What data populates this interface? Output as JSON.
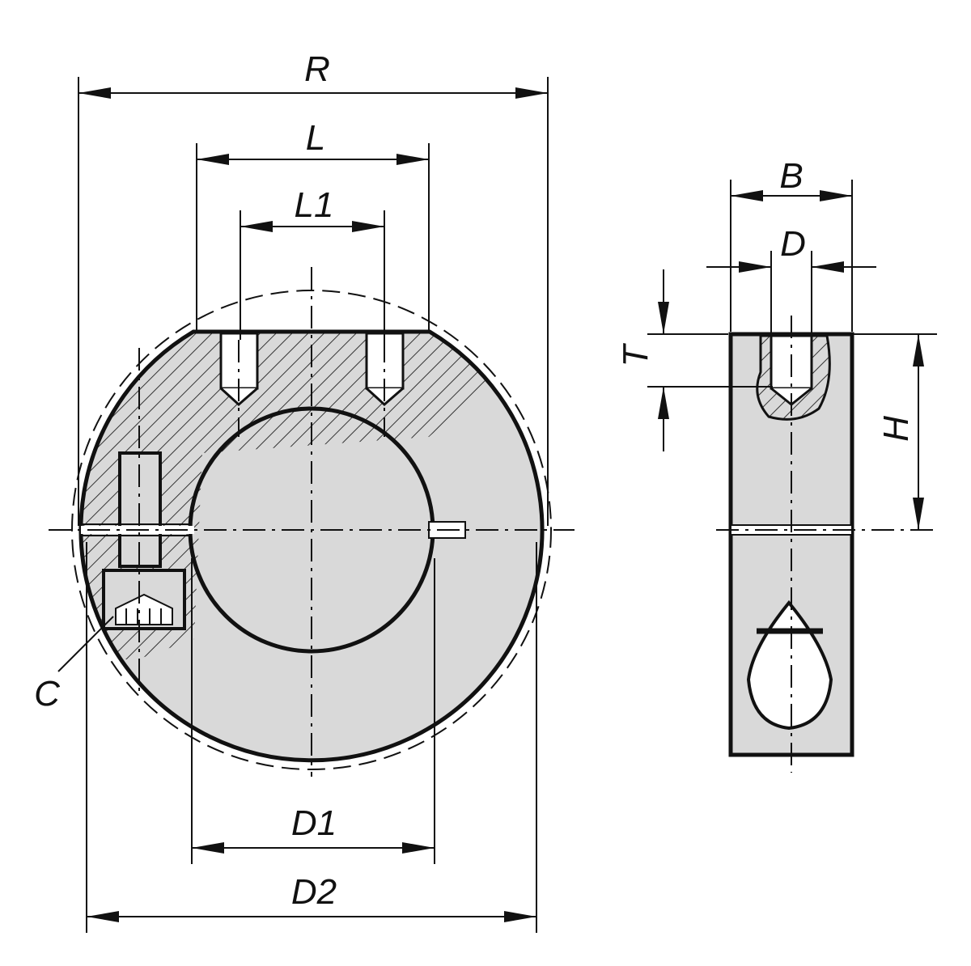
{
  "title": "Clamp collar technical drawing",
  "labels": {
    "R": "R",
    "L": "L",
    "L1": "L1",
    "D1": "D1",
    "D2": "D2",
    "C": "C",
    "B": "B",
    "D": "D",
    "T": "T",
    "H": "H"
  },
  "colors": {
    "fill": "#d9d9d9",
    "line": "#111111"
  }
}
